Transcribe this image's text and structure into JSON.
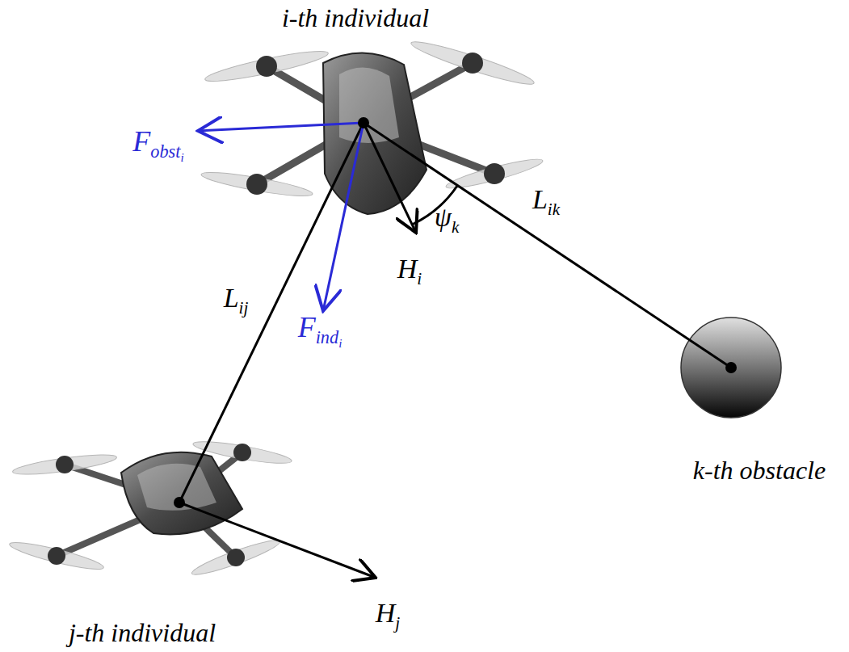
{
  "diagram": {
    "labels": [
      "i-th individual",
      "Fobsti",
      "Findi",
      "Lij",
      "ψk",
      "Lik",
      "Hi",
      "k-th obstacle",
      "j-th individual",
      "Hj"
    ]
  }
}
